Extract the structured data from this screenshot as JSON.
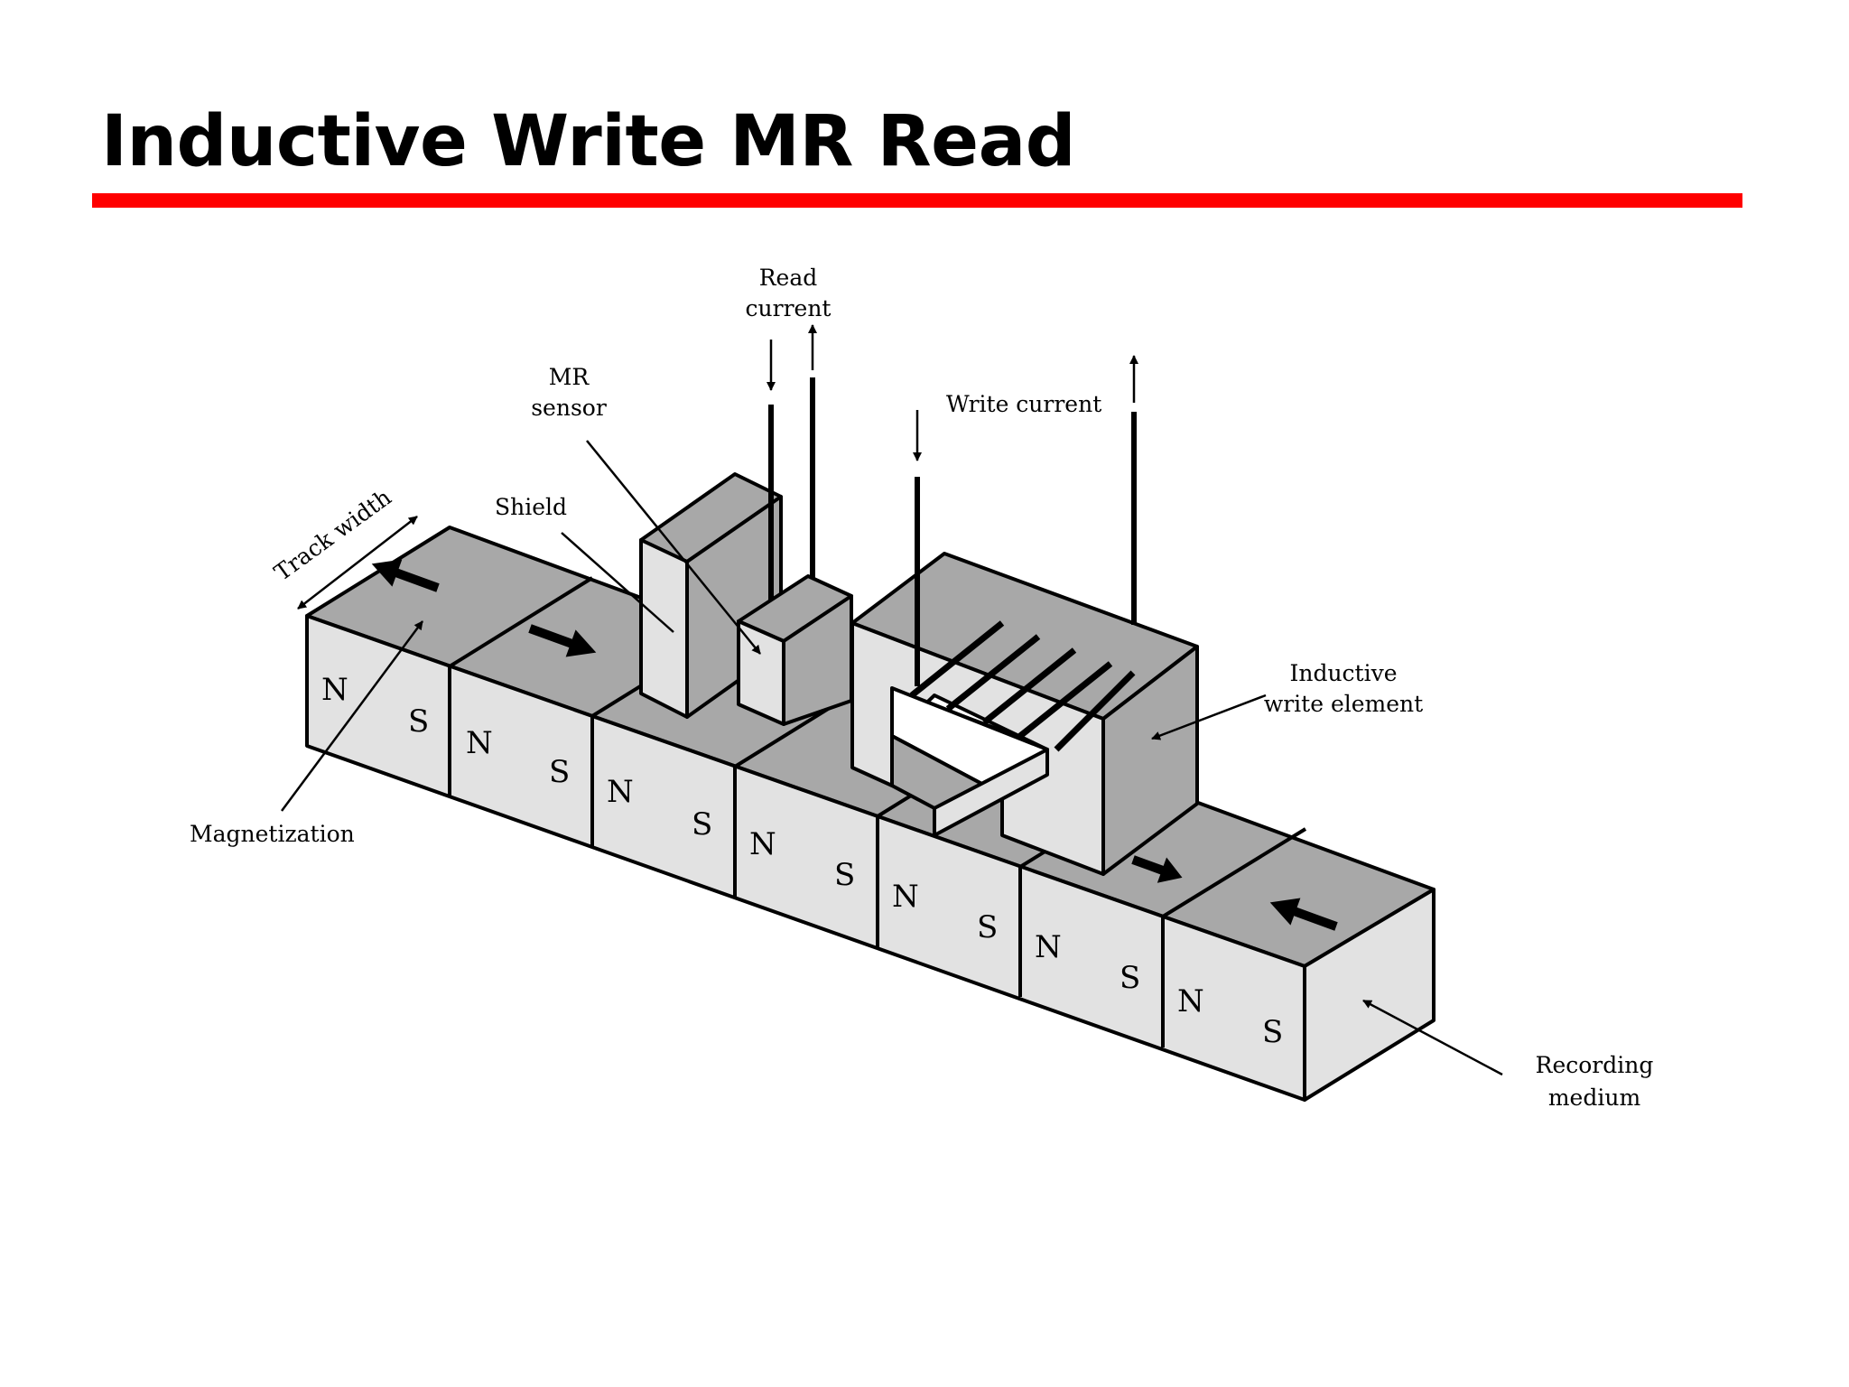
{
  "slide": {
    "title": "Inductive Write MR Read",
    "accent_color": "#ff0000"
  },
  "diagram": {
    "labels": {
      "read_current_1": "Read",
      "read_current_2": "current",
      "mr_sensor_1": "MR",
      "mr_sensor_2": "sensor",
      "write_current": "Write current",
      "shield": "Shield",
      "track_width": "Track width",
      "inductive_1": "Inductive",
      "inductive_2": "write element",
      "magnetization": "Magnetization",
      "recording_1": "Recording",
      "recording_2": "medium"
    },
    "magnets": [
      {
        "n": "N",
        "s": "S"
      },
      {
        "n": "N",
        "s": "S"
      },
      {
        "n": "N",
        "s": "S"
      },
      {
        "n": "N",
        "s": "S"
      },
      {
        "n": "N",
        "s": "S"
      },
      {
        "n": "N",
        "s": "S"
      },
      {
        "n": "N",
        "s": "S"
      }
    ]
  }
}
